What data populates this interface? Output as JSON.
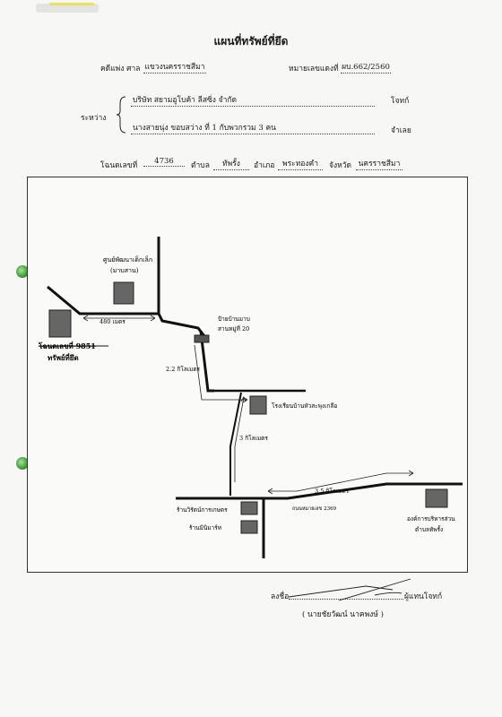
{
  "doc": {
    "title": "แผนที่ทรัพย์ที่ยึด",
    "court_label": "คดีแพ่ง  ศาล",
    "court_name": "แขวงนครราชสีมา",
    "case_no_label": "หมายเลขแดงที่",
    "case_no": "ผบ.662/2560",
    "between_label": "ระหว่าง",
    "plaintiff": "บริษัท สยามอูโบค้า ลีสซิ่ง จำกัด",
    "plaintiff_label": "โจทก์",
    "defendant": "นางสายนุ่ง ขอบสว่าง  ที่ 1 กับพวกรวม 3 คน",
    "defendant_label": "จำเลย",
    "deed_label": "โฉนดเลขที่",
    "deed_no": "4736",
    "subdistrict_label": "ตำบล",
    "subdistrict": "ทัพรั้ง",
    "district_label": "อำเภอ",
    "district": "พระทองคำ",
    "province_label": "จังหวัด",
    "province": "นครราชสีมา"
  },
  "map": {
    "childcare_center": "ศูนย์พัฒนาเด็กเล็ก",
    "childcare_sub": "(มาบสาน)",
    "distance_480": "480 เมตร",
    "village_sign_1": "ป้ายบ้านมาบ",
    "village_sign_2": "สานหมู่ที่ 20",
    "deed_strike": "โฉนดเลขที่ 9851",
    "seized_property": "ทรัพย์ที่ยึด",
    "distance_22": "2.2 กิโลเมตร",
    "school": "โรงเรียนบ้านหัวสะพุงเกลือ",
    "distance_3": "3 กิโลเมตร",
    "distance_35": "3.5 กิโลเมตร",
    "road_name": "ถนนหมายเลข 2369",
    "shop_1": "ร้านวิรัตน์การเกษตร",
    "shop_2": "ร้านมินิมาร์ท",
    "sao_1": "องค์การบริหารส่วน",
    "sao_2": "ตำบลทัพรั้ง"
  },
  "signature": {
    "sign_label": "ลงชื่อ",
    "rep_label": "ผู้แทนโจทก์",
    "name": "( นายชัยวัฒน์   นาคพงษ์ )"
  },
  "colors": {
    "ink": "#1a1a1a",
    "paper": "#f7f7f5",
    "hole": "#3b9a33"
  }
}
